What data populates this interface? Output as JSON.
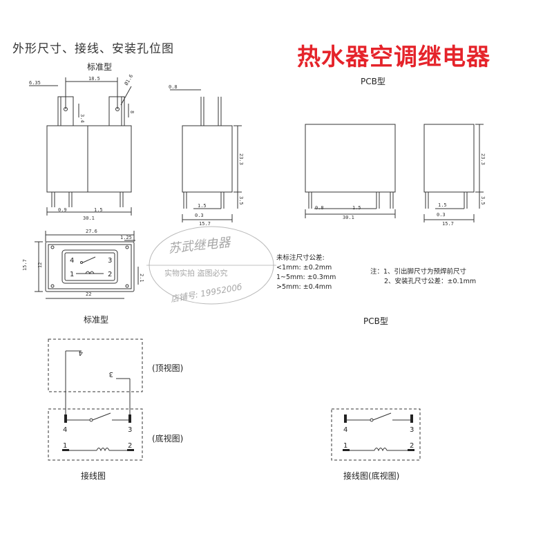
{
  "header": {
    "title": "外形尺寸、接线、安装孔位图",
    "promo": "热水器空调继电器"
  },
  "sections": {
    "standard_label_top": "标准型",
    "pcb_label_top": "PCB型",
    "standard_label_bottom": "标准型",
    "pcb_label_bottom": "PCB型"
  },
  "dimensions": {
    "d6_35": "6.35",
    "d18_5": "18.5",
    "d_phi1_6": "Ø1.6",
    "d0_8_top": "0.8",
    "d3_4": "3.4",
    "d8": "8",
    "d23_3_a": "23.3",
    "d23_3_b": "23.3",
    "d3_5_a": "3.5",
    "d3_5_b": "3.5",
    "d0_9": "0.9",
    "d1_5_a": "1.5",
    "d30_1_a": "30.1",
    "d1_5_b": "1.5",
    "d0_3_a": "0.3",
    "d15_7_a": "15.7",
    "d0_8_pcb": "0.8",
    "d1_5_c": "1.5",
    "d30_1_b": "30.1",
    "d1_5_d": "1.5",
    "d0_3_b": "0.3",
    "d15_7_b": "15.7",
    "d27_6": "27.6",
    "d1_25": "1.25",
    "d15_7_c": "15.7",
    "d12": "12",
    "d2_1": "2.1",
    "d22": "22"
  },
  "tolerances": {
    "title": "未标注尺寸公差:",
    "line1": "<1mm: ±0.2mm",
    "line2": "1~5mm: ±0.3mm",
    "line3": ">5mm: ±0.4mm"
  },
  "notes": {
    "line1": "注：1、引出脚尺寸为预焊前尺寸",
    "line2": "2、安装孔尺寸公差：±0.1mm"
  },
  "pins": {
    "p1": "1",
    "p2": "2",
    "p3": "3",
    "p4": "4"
  },
  "views": {
    "top_view": "(顶视图)",
    "bottom_view": "(底视图)",
    "wiring": "接线图",
    "wiring_bottom": "接线图(底视图)"
  },
  "watermark": {
    "line1": "苏武继电器",
    "line2": "实物实拍  盗图必究",
    "line3": "店铺号: 1995200б"
  },
  "colors": {
    "promo": "#e5232a",
    "line": "#333333"
  }
}
